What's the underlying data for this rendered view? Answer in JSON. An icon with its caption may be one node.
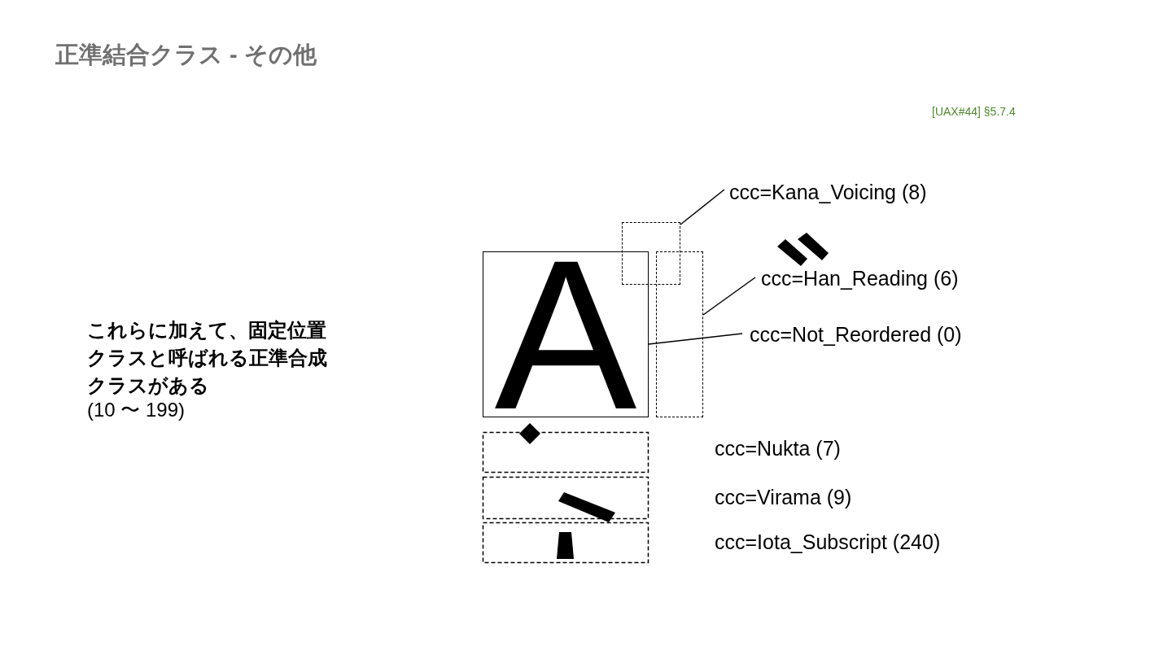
{
  "diagram": {
    "title": "正準結合クラス - その他",
    "nodes": [
      {
        "text": [
          "ccc=Kana_Voicing (8)"
        ]
      },
      {
        "text": [],
        "shape": "box"
      },
      {
        "text": [
          "ccc=Han_Reading (6)"
        ]
      },
      {
        "text": [],
        "shape": "box"
      },
      {
        "text": [
          "ccc=Not_Reordered (0)"
        ]
      },
      {
        "text": [
          "A"
        ]
      }
    ],
    "edges": [
      {
        "from": 0,
        "to": 1,
        "arrow": "none"
      },
      {
        "from": 2,
        "to": 3,
        "arrow": "none"
      },
      {
        "from": 4,
        "to": 5,
        "arrow": "none"
      }
    ],
    "labels": [
      "[UAX#44] §5.7.4",
      "これらに加えて、固定位置クラスと呼ばれる正準合成クラスがある",
      "(10 〜 199)",
      "ccc=Nukta (7)",
      "ccc=Virama (9)",
      "ccc=Iota_Subscript (240)"
    ]
  }
}
